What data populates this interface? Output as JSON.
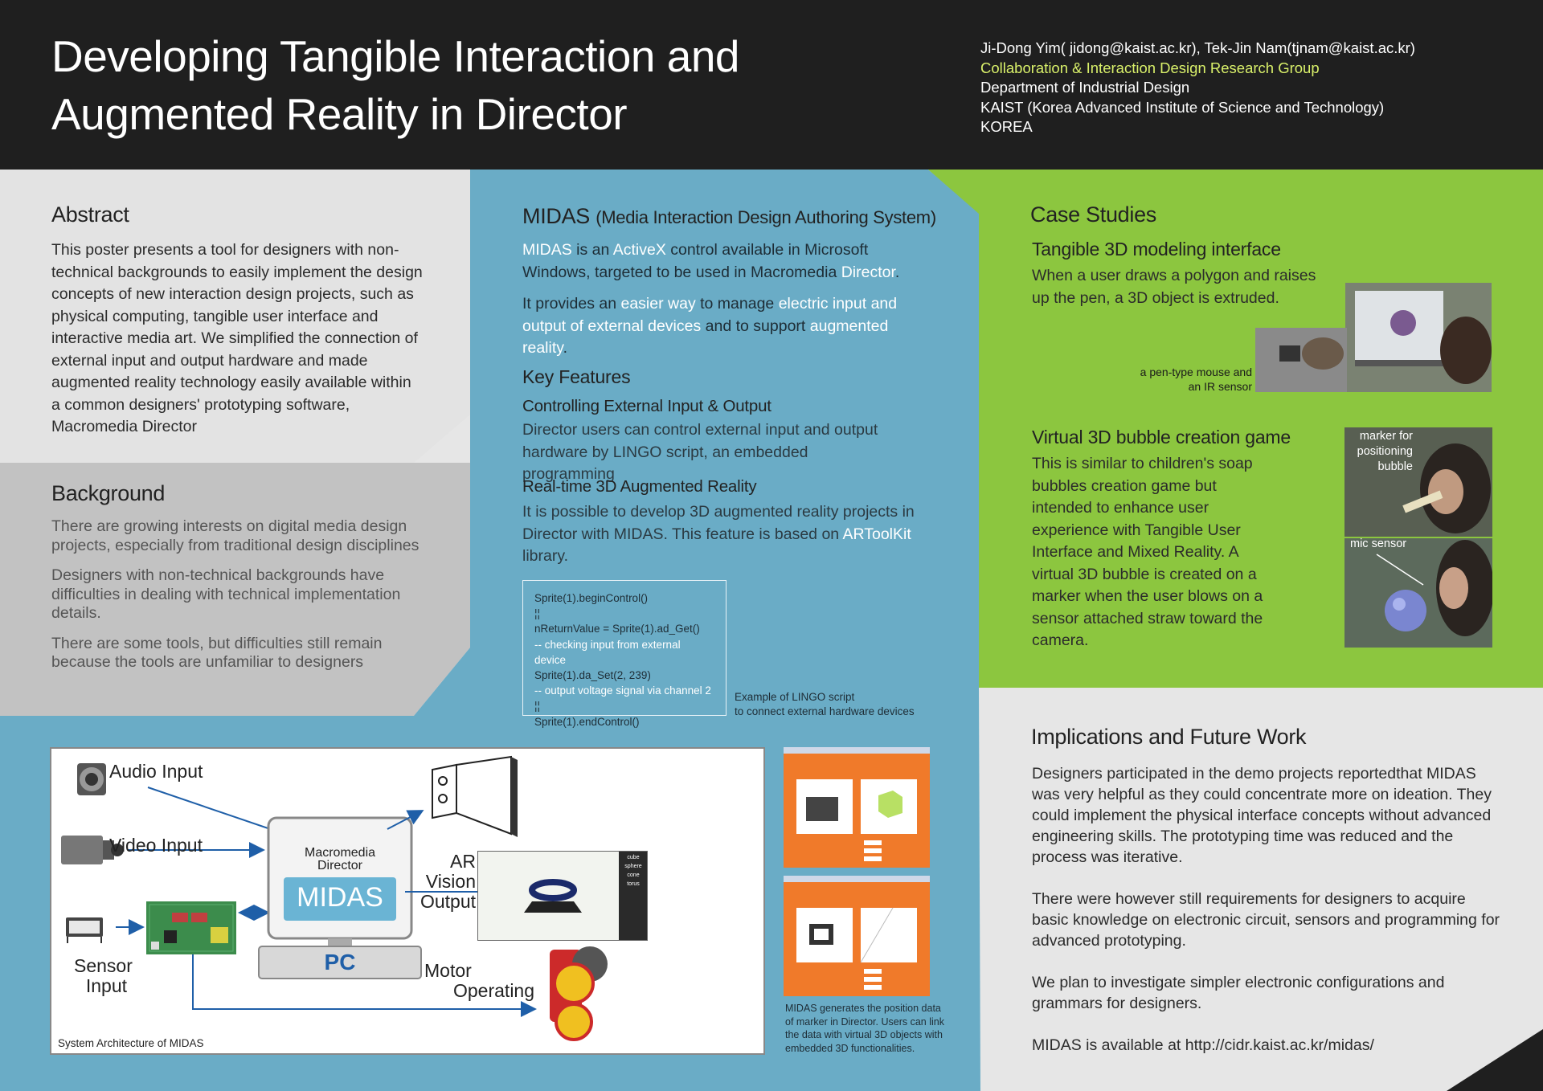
{
  "title": {
    "line1": "Developing Tangible Interaction and",
    "line2": "Augmented Reality in Director"
  },
  "authors": {
    "names": "Ji-Dong Yim( jidong@kaist.ac.kr), Tek-Jin Nam(tjnam@kaist.ac.kr)",
    "group": "Collaboration & Interaction Design Research Group",
    "department": "Department of Industrial Design",
    "institute": "KAIST (Korea Advanced Institute of Science and Technology)",
    "country": "KOREA"
  },
  "abstract": {
    "heading": "Abstract",
    "text": "This poster presents a tool for designers with non-technical backgrounds to easily implement the design concepts of new interaction design projects, such as physical computing, tangible user interface and interactive media art. We simplified the connection of external input and output hardware and made augmented reality technology easily available within a common designers' prototyping software, Macromedia Director"
  },
  "background": {
    "heading": "Background",
    "paragraphs": [
      "There are growing interests on digital media design projects, especially from traditional design disciplines",
      "Designers with non-technical backgrounds have difficulties in dealing with technical implementation details.",
      "There are some tools, but difficulties still remain because the tools are unfamiliar to designers"
    ]
  },
  "midas": {
    "heading_main": "MIDAS",
    "heading_sub": "(Media Interaction Design Authoring System)",
    "p1": {
      "a": "MIDAS",
      "b": " is an ",
      "c": "ActiveX",
      "d": " control available in Microsoft Windows, targeted to be used in Macromedia ",
      "e": "Director",
      "f": "."
    },
    "p2": {
      "a": "It provides an ",
      "b": "easier way",
      "c": " to manage ",
      "d": "electric input and output of external devices",
      "e": " and to support ",
      "f": "augmented reality",
      "g": "."
    },
    "key_features": "Key Features",
    "feature1_title": "Controlling External Input & Output",
    "feature1_text": "Director users can control external input and output hardware by LINGO script, an embedded programming",
    "feature2_title": "Real-time 3D Augmented Reality",
    "feature2_text_a": "It is possible to develop 3D augmented reality projects in Director with MIDAS. This feature is based on ",
    "feature2_text_b": "ARToolKit",
    "feature2_text_c": " library."
  },
  "code": {
    "l1": "Sprite(1).beginControl()",
    "l2": "¦¦",
    "l3": "nReturnValue = Sprite(1).ad_Get()",
    "l4": "-- checking input from external device",
    "l5": "Sprite(1).da_Set(2, 239)",
    "l6": "-- output voltage signal via channel 2",
    "l7": "¦¦",
    "l8": "Sprite(1).endControl()",
    "caption1": "Example of LINGO script",
    "caption2": "to connect external hardware devices"
  },
  "architecture": {
    "audio_input": "Audio Input",
    "video_input": "Video Input",
    "sensor_input_1": "Sensor",
    "sensor_input_2": "Input",
    "macromedia_1": "Macromedia",
    "macromedia_2": "Director",
    "midas": "MIDAS",
    "pc": "PC",
    "ar_vision_1": "AR Vision",
    "ar_vision_2": "Output",
    "motor_1": "Motor",
    "motor_2": "Operating",
    "menu": [
      "cube",
      "sphere",
      "cone",
      "torus"
    ],
    "caption": "System Architecture of MIDAS"
  },
  "screens_caption": "MIDAS generates the position data of marker in Director. Users can link the data with virtual 3D objects with embedded 3D functionalities.",
  "case_studies": {
    "heading": "Case Studies",
    "case1_title": "Tangible 3D modeling interface",
    "case1_text": "When a user draws a polygon and raises up the pen, a 3D object is extruded.",
    "case1_caption1": "a pen-type mouse and",
    "case1_caption2": "an IR sensor",
    "case2_title": "Virtual 3D bubble creation game",
    "case2_text": "This is similar to children's soap bubbles creation game but intended to enhance user experience with Tangible User Interface and Mixed Reality. A virtual 3D bubble is created on a marker when the user blows on a sensor attached straw toward the camera.",
    "case2_label1_a": "marker for",
    "case2_label1_b": "positioning",
    "case2_label1_c": "bubble",
    "case2_label2": "mic sensor"
  },
  "implications": {
    "heading": "Implications and Future Work",
    "paragraphs": [
      "Designers participated in the demo projects reportedthat MIDAS was very helpful as they could concentrate more on ideation. They could implement the physical interface concepts without advanced engineering skills. The prototyping time was reduced and the process was iterative.",
      "There were however still requirements for designers to acquire basic knowledge on electronic circuit, sensors and programming for advanced prototyping.",
      "We plan to investigate simpler electronic configurations and grammars for designers.",
      "MIDAS is available at http://cidr.kaist.ac.kr/midas/"
    ]
  },
  "colors": {
    "header": "#1f1f1f",
    "blue": "#6aacc6",
    "green": "#8cc63f",
    "light_gray": "#e6e6e6",
    "mid_gray": "#c2c2c2",
    "accent_yellow": "#d9f06a"
  }
}
